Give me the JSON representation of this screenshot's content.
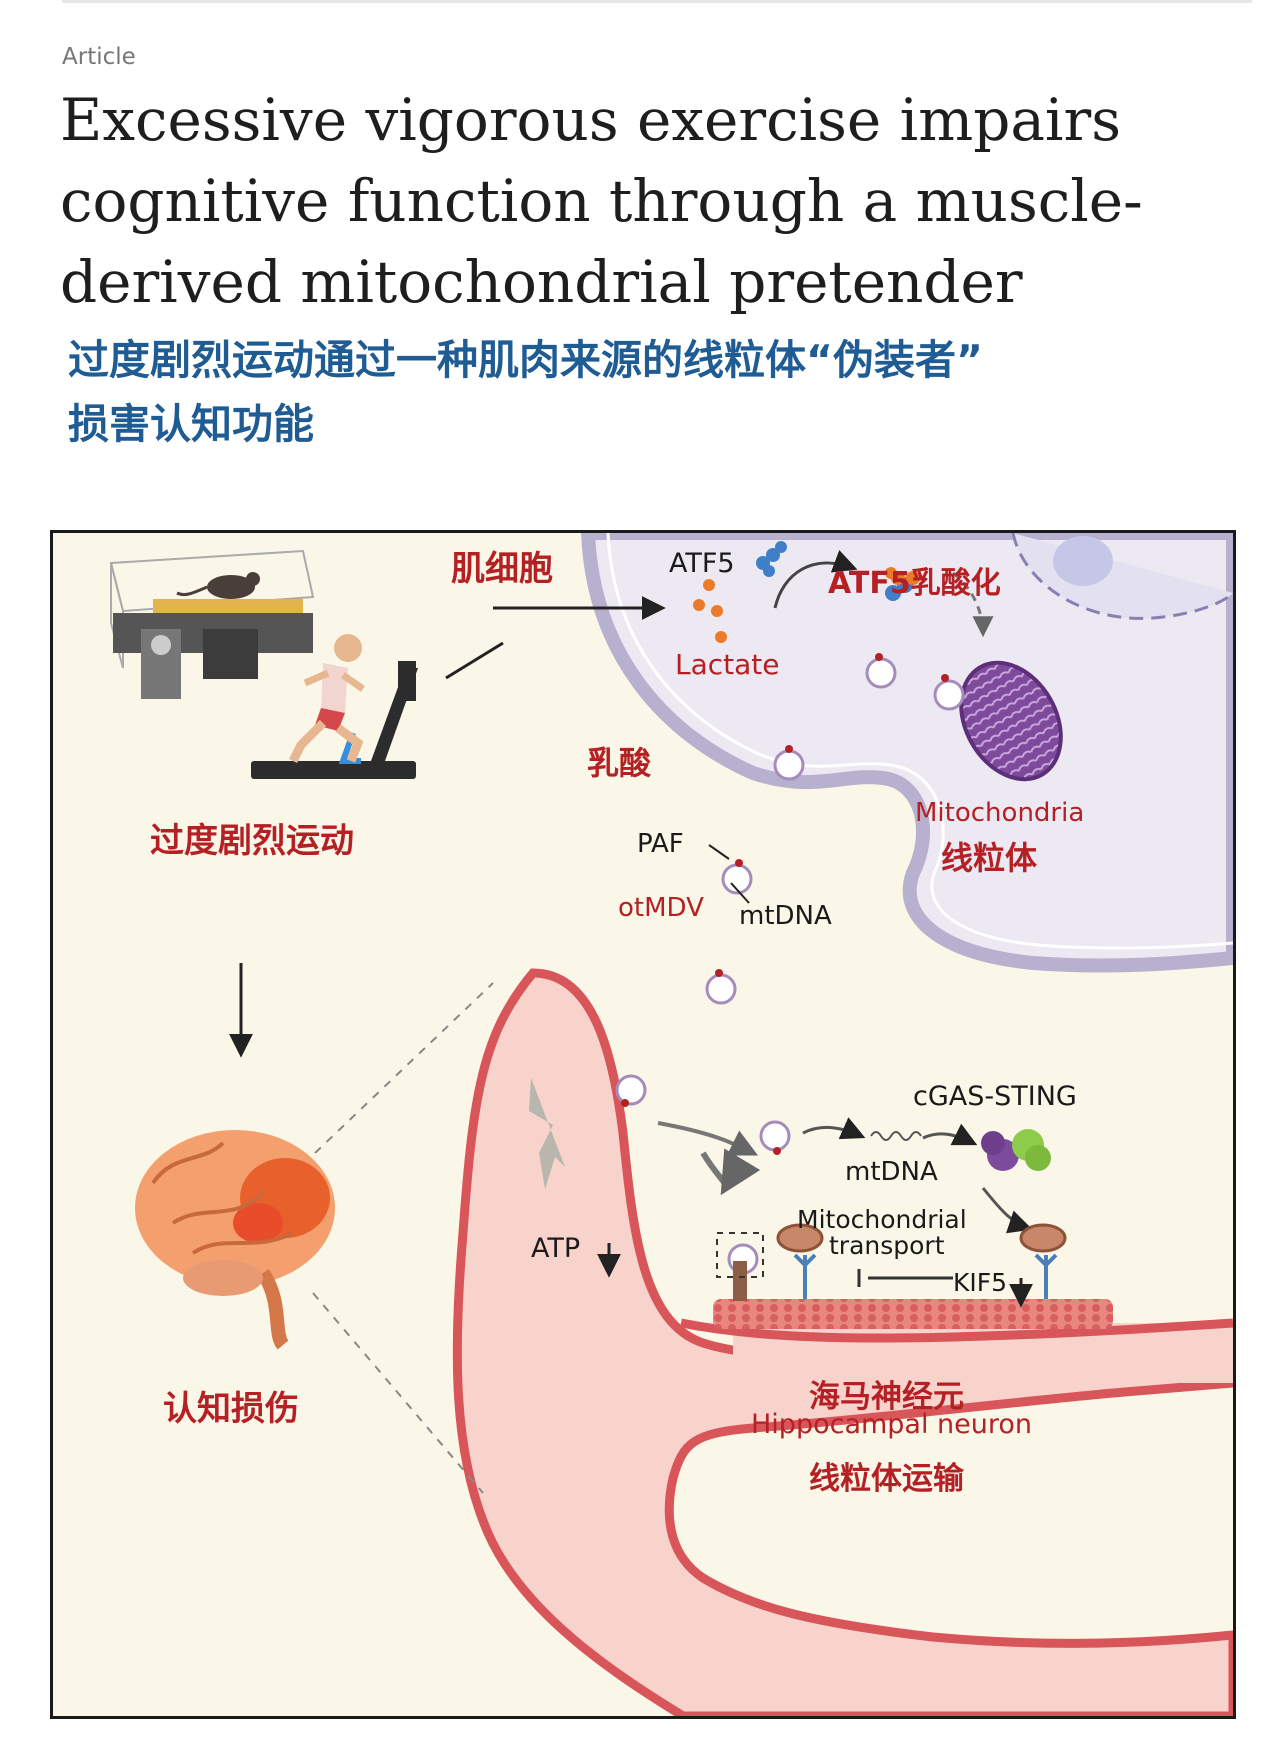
{
  "header": {
    "article_label": "Article",
    "title_lines": [
      "Excessive vigorous exercise impairs",
      "cognitive function through a muscle-",
      "derived mitochondrial pretender"
    ],
    "subtitle_lines": [
      "过度剧烈运动通过一种肌肉来源的线粒体“伪装者”",
      "损害认知功能"
    ]
  },
  "figure": {
    "labels": {
      "muscle_cell": "肌细胞",
      "atf5": "ATF5",
      "atf5_lactylation": "ATF5乳酸化",
      "lactate": "Lactate",
      "lactic_acid": "乳酸",
      "mitochondria_en": "Mitochondria",
      "mitochondria_cn": "线粒体",
      "excessive_exercise": "过度剧烈运动",
      "paf": "PAF",
      "otmdv": "otMDV",
      "mtdna_1": "mtDNA",
      "cgas_sting": "cGAS-STING",
      "mtdna_2": "mtDNA",
      "atp": "ATP",
      "mito_transport_line1": "Mitochondrial",
      "mito_transport_line2": "transport",
      "kif5": "KIF5",
      "cognitive_impairment": "认知损伤",
      "hippocampal_neuron_cn": "海马神经元",
      "hippocampal_neuron_en": "Hippocampal neuron",
      "mito_transport_cn": "线粒体运输"
    },
    "colors": {
      "background": "#fbf7e8",
      "cell_fill": "#ede9f3",
      "cell_membrane": "#b8b0cf",
      "neuron_fill": "#f7d3cc",
      "neuron_membrane": "#d8555a",
      "label_red": "#b42024",
      "lactate_orange": "#ec7a2b",
      "mito_purple": "#6e3f8c",
      "subtitle_blue": "#1f5c93"
    }
  }
}
